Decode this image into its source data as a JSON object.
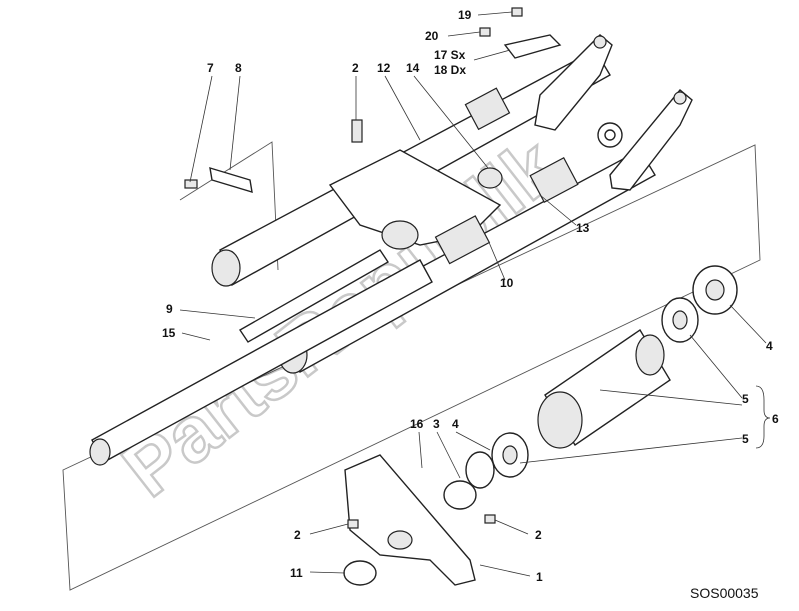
{
  "watermark": "PartsRepublik",
  "diagram_code": "SOS00035",
  "callouts": {
    "c7": "7",
    "c8": "8",
    "c2a": "2",
    "c12": "12",
    "c14": "14",
    "c19": "19",
    "c20": "20",
    "c17": "17 Sx",
    "c18": "18 Dx",
    "c13": "13",
    "c10": "10",
    "c9": "9",
    "c15": "15",
    "c4a": "4",
    "c5a": "5",
    "c6": "6",
    "c5b": "5",
    "c16": "16",
    "c3": "3",
    "c4b": "4",
    "c2b": "2",
    "c2c": "2",
    "c11": "11",
    "c1": "1"
  }
}
